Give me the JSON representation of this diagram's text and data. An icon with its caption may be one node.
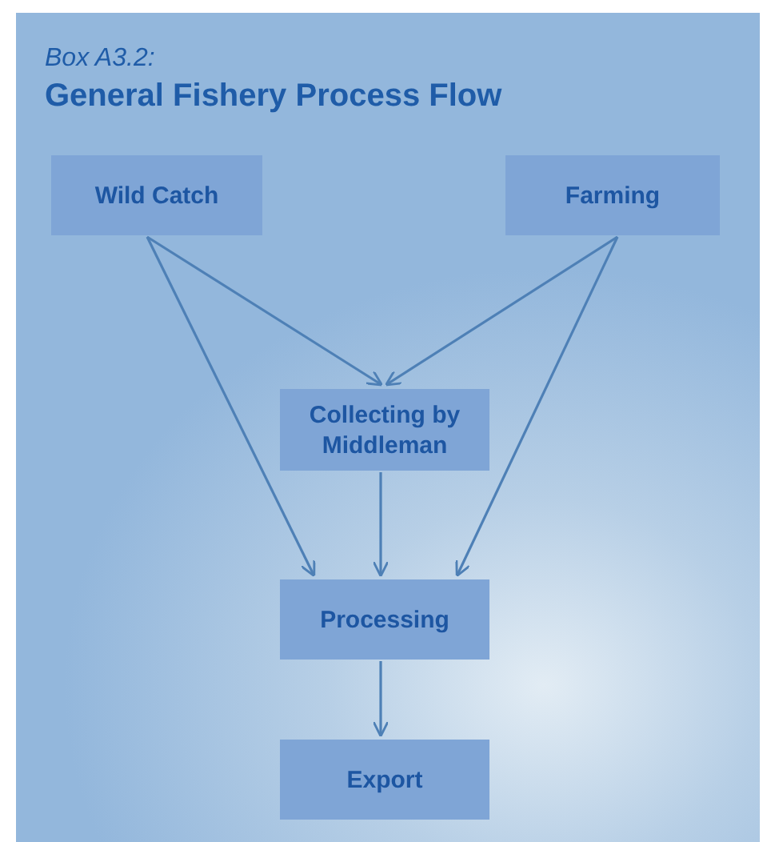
{
  "diagram": {
    "title": "General Fishery Process Flow",
    "labels": [
      "Box A3.2:"
    ],
    "nodes": [
      {
        "text": [
          "Wild Catch"
        ]
      },
      {
        "text": [
          "Farming"
        ]
      },
      {
        "text": [
          "Collecting by Middleman"
        ]
      },
      {
        "text": [
          "Processing"
        ]
      },
      {
        "text": [
          "Export"
        ]
      }
    ],
    "edges": [
      {
        "from": 0,
        "to": 2,
        "arrow": "to"
      },
      {
        "from": 0,
        "to": 3,
        "arrow": "to"
      },
      {
        "from": 1,
        "to": 2,
        "arrow": "to"
      },
      {
        "from": 1,
        "to": 3,
        "arrow": "to"
      },
      {
        "from": 2,
        "to": 3,
        "arrow": "to"
      },
      {
        "from": 3,
        "to": 4,
        "arrow": "to"
      }
    ]
  }
}
